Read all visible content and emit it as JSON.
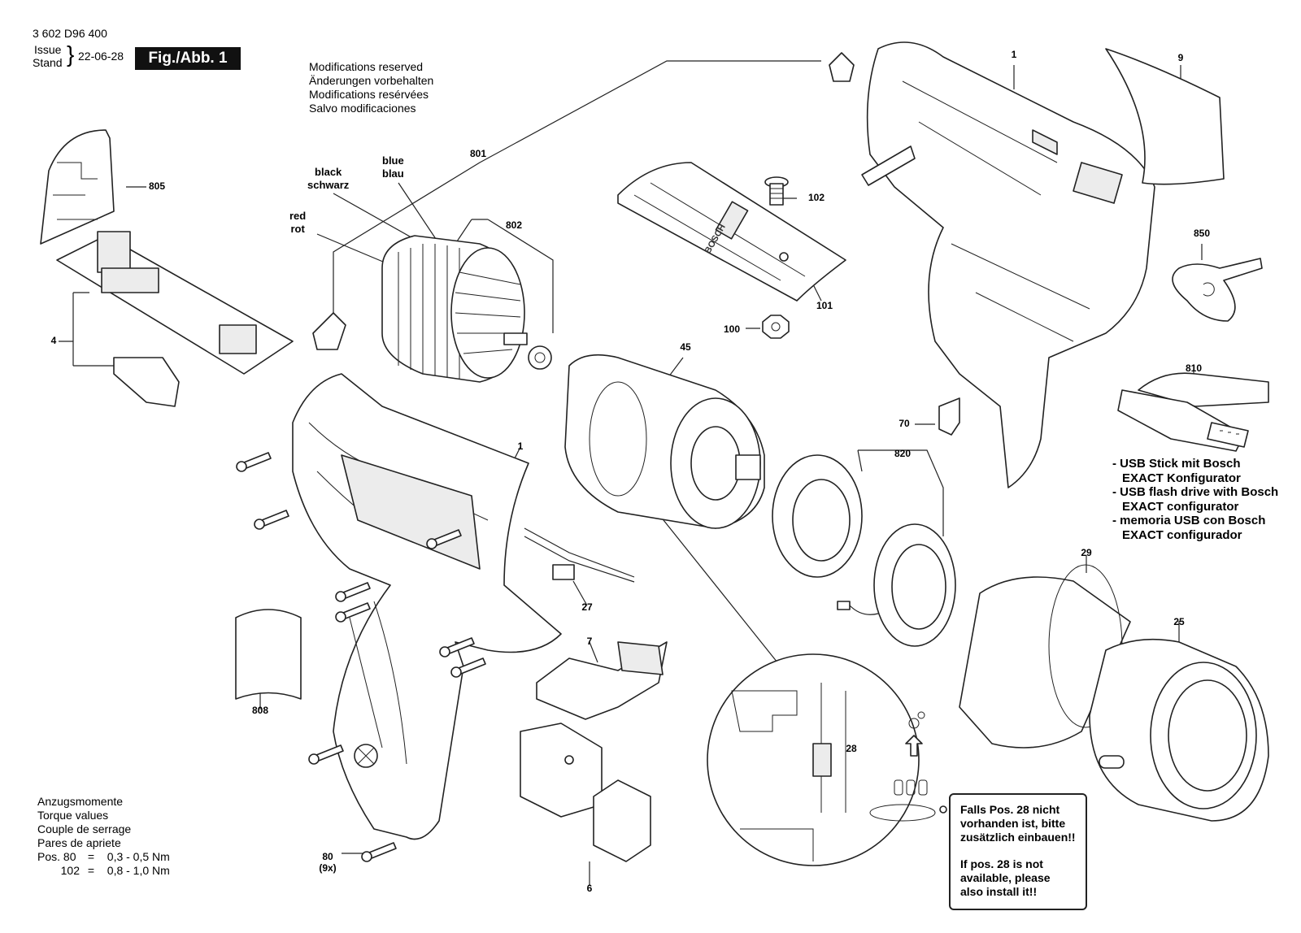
{
  "header": {
    "doc_number": "3 602 D96 400",
    "issue_label_1": "Issue",
    "issue_label_2": "Stand",
    "date": "22-06-28",
    "figure": "Fig./Abb. 1"
  },
  "modifications": [
    "Modifications reserved",
    "Änderungen vorbehalten",
    "Modifications resérvées",
    "Salvo modificaciones"
  ],
  "wires": {
    "black": [
      "black",
      "schwarz"
    ],
    "blue": [
      "blue",
      "blau"
    ],
    "red": [
      "red",
      "rot"
    ]
  },
  "parts": {
    "p1_housing_right": "1",
    "p1_housing_left": "1",
    "p4": "4",
    "p6": "6",
    "p7": "7",
    "p9": "9",
    "p25": "25",
    "p27": "27",
    "p28": "28",
    "p29": "29",
    "p45": "45",
    "p70": "70",
    "p80": "80",
    "p80_qty": "(9x)",
    "p100": "100",
    "p101": "101",
    "p102": "102",
    "p801": "801",
    "p802": "802",
    "p805": "805",
    "p808": "808",
    "p810": "810",
    "p820": "820",
    "p850": "850"
  },
  "usb_note": [
    "- USB Stick mit Bosch",
    "EXACT Konfigurator",
    "- USB flash drive with Bosch",
    "EXACT configurator",
    "- memoria USB con Bosch",
    "EXACT configurador"
  ],
  "torque": {
    "title": [
      "Anzugsmomente",
      "Torque values",
      "Couple de serrage",
      "Pares de apriete"
    ],
    "rows": [
      {
        "pos": "Pos. 80",
        "eq": "=",
        "value": "0,3 - 0,5 Nm"
      },
      {
        "pos": "102",
        "eq": "=",
        "value": "0,8 - 1,0 Nm"
      }
    ]
  },
  "notice": {
    "de": "Falls Pos. 28 nicht vorhanden ist, bitte zusätzlich einbauen!!",
    "en": "If pos. 28 is not available, please also install it!!"
  },
  "logo_text": "BOSCH"
}
